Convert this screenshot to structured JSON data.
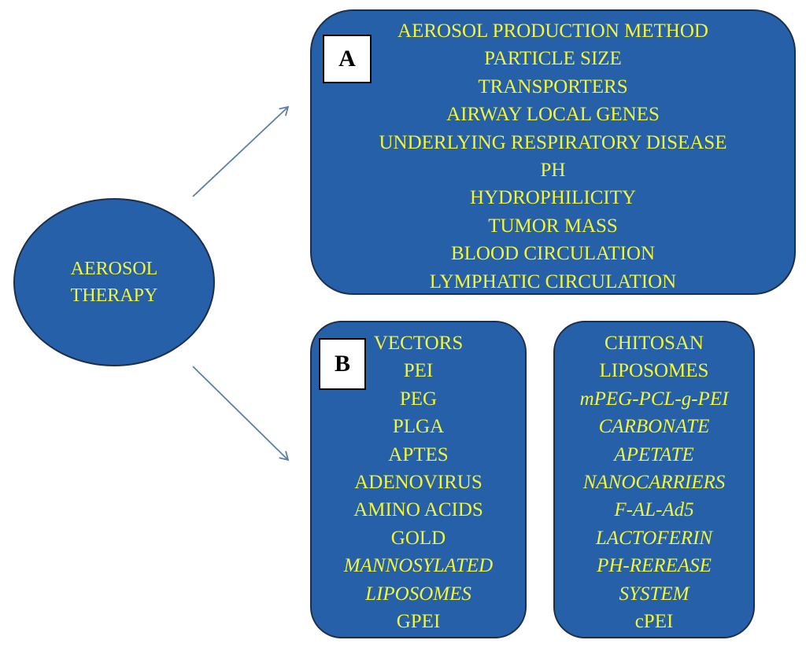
{
  "center": {
    "line1": "AEROSOL",
    "line2": "THERAPY"
  },
  "panel_a": {
    "tag": "A",
    "items": [
      {
        "text": "AEROSOL PRODUCTION METHOD",
        "italic": false
      },
      {
        "text": "PARTICLE SIZE",
        "italic": false
      },
      {
        "text": "TRANSPORTERS",
        "italic": false
      },
      {
        "text": "AIRWAY LOCAL GENES",
        "italic": false
      },
      {
        "text": "UNDERLYING RESPIRATORY DISEASE",
        "italic": false
      },
      {
        "text": "PH",
        "italic": false
      },
      {
        "text": "HYDROPHILICITY",
        "italic": false
      },
      {
        "text": "TUMOR MASS",
        "italic": false
      },
      {
        "text": "BLOOD CIRCULATION",
        "italic": false
      },
      {
        "text": "LYMPHATIC CIRCULATION",
        "italic": false
      }
    ]
  },
  "panel_b": {
    "tag": "B",
    "left_items": [
      {
        "text": "VECTORS",
        "italic": false
      },
      {
        "text": "PEI",
        "italic": false
      },
      {
        "text": "PEG",
        "italic": false
      },
      {
        "text": "PLGA",
        "italic": false
      },
      {
        "text": "APTES",
        "italic": false
      },
      {
        "text": "ADENOVIRUS",
        "italic": false
      },
      {
        "text": "AMINO ACIDS",
        "italic": false
      },
      {
        "text": "GOLD",
        "italic": false
      },
      {
        "text": "MANNOSYLATED",
        "italic": true
      },
      {
        "text": "LIPOSOMES",
        "italic": true
      },
      {
        "text": "GPEI",
        "italic": false
      }
    ],
    "right_items": [
      {
        "text": "CHITOSAN",
        "italic": false
      },
      {
        "text": "LIPOSOMES",
        "italic": false
      },
      {
        "text": "mPEG-PCL-g-PEI",
        "italic": true
      },
      {
        "text": "CARBONATE",
        "italic": true
      },
      {
        "text": "APETATE",
        "italic": true
      },
      {
        "text": "NANOCARRIERS",
        "italic": true
      },
      {
        "text": "F-AL-Ad5",
        "italic": true
      },
      {
        "text": "LACTOFERIN",
        "italic": true
      },
      {
        "text": "PH-REREASE",
        "italic": true
      },
      {
        "text": "SYSTEM",
        "italic": true
      },
      {
        "text": "cPEI",
        "italic": false
      }
    ]
  },
  "colors": {
    "fill": "#2560a8",
    "text": "#f2f53a",
    "arrow": "#5b7fa6",
    "outline": "#1e2f4a"
  }
}
